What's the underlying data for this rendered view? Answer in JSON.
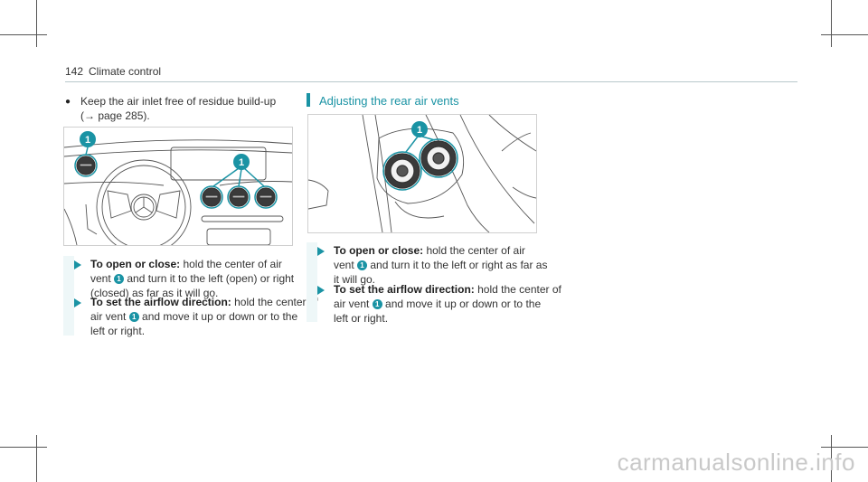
{
  "header": {
    "page_number": "142",
    "section": "Climate control"
  },
  "left": {
    "bullet_symbol": "●",
    "bullet_line1": "Keep the air inlet free of residue build-up",
    "bullet_line2": "(→ page 285).",
    "figure_callout": "1",
    "instr1": {
      "bold": "To open or close:",
      "l1": " hold the center of air",
      "l2a": "vent ",
      "l2b": " and turn it to the left (open) or right",
      "l3": "(closed) as far as it will go."
    },
    "instr2": {
      "bold": "To set the airflow direction:",
      "l1": " hold the center of",
      "l2a": "air vent ",
      "l2b": " and move it up or down or to the",
      "l3": "left or right."
    }
  },
  "right": {
    "section_title": "Adjusting the rear air vents",
    "figure_callout": "1",
    "instr1": {
      "bold": "To open or close:",
      "l1": " hold the center of air",
      "l2a": "vent ",
      "l2b": " and turn it to the left or right as far as",
      "l3": "it will go."
    },
    "instr2": {
      "bold": "To set the airflow direction:",
      "l1": " hold the center of",
      "l2a": "air vent ",
      "l2b": " and move it up or down or to the",
      "l3": "left or right."
    }
  },
  "callout_label": "1",
  "watermark": "carmanualsonline.info",
  "colors": {
    "accent": "#1a93a4",
    "instruction_bg": "#eef7f8"
  }
}
